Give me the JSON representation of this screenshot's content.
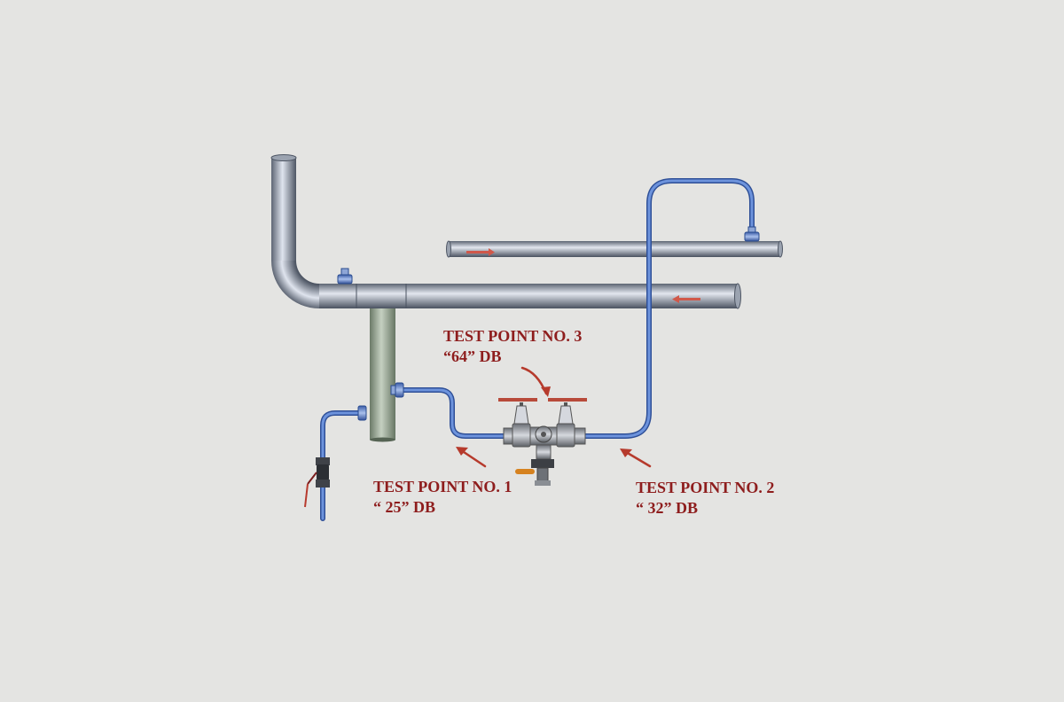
{
  "test_points": [
    {
      "title": "TEST POINT NO. 1",
      "reading": "“ 25” DB"
    },
    {
      "title": "TEST POINT NO. 2",
      "reading": "“ 32” DB"
    },
    {
      "title": "TEST POINT NO. 3",
      "reading": "“64” DB"
    }
  ],
  "colors": {
    "background": "#e4e4e2",
    "main_pipe": "#7d8796",
    "tracer_tube": "#4a73c0",
    "label_text": "#8e1d1d",
    "flow_arrow": "#d0584a",
    "separator_pot": "#8a9a86"
  },
  "icons": [
    "flow-arrow-icon",
    "union-fitting-icon",
    "ball-valve-icon",
    "steam-trap-icon"
  ]
}
